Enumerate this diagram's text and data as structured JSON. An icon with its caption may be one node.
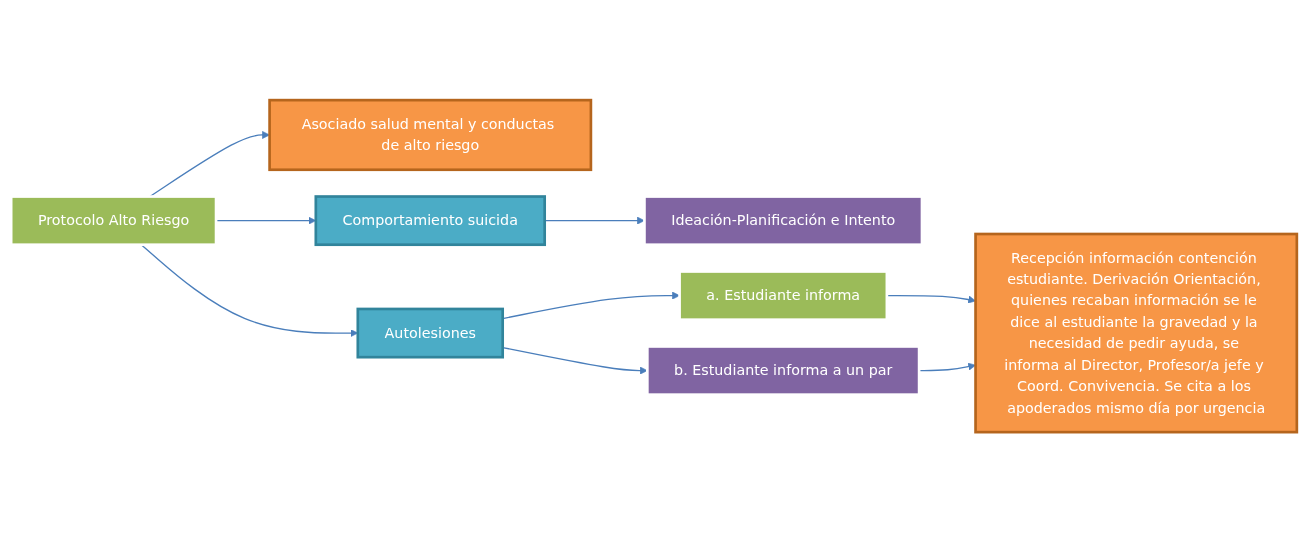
{
  "diagram": {
    "nodes": [
      {
        "text": [
          "Protocolo Alto Riesgo"
        ]
      },
      {
        "text": [
          "Asociado salud mental y conductas de alto riesgo"
        ]
      },
      {
        "text": [
          "Comportamiento suicida"
        ]
      },
      {
        "text": [
          "Ideación-Planificación e Intento"
        ]
      },
      {
        "text": [
          "Autolesiones"
        ]
      },
      {
        "text": [
          "a. Estudiante informa"
        ]
      },
      {
        "text": [
          "b. Estudiante informa a un par"
        ]
      },
      {
        "text": [
          "Recepción información contención estudiante. Derivación Orientación, quienes recaban información se le dice al estudiante la gravedad y la necesidad de pedir ayuda, se informa al Director, Profesor/a jefe y Coord. Convivencia. Se cita a los apoderados mismo día por urgencia"
        ]
      }
    ],
    "edges": [
      {
        "from": 0,
        "to": 1,
        "arrow": "to"
      },
      {
        "from": 0,
        "to": 2,
        "arrow": "to"
      },
      {
        "from": 0,
        "to": 4,
        "arrow": "to"
      },
      {
        "from": 2,
        "to": 3,
        "arrow": "to"
      },
      {
        "from": 4,
        "to": 5,
        "arrow": "to"
      },
      {
        "from": 4,
        "to": 6,
        "arrow": "to"
      },
      {
        "from": 5,
        "to": 7,
        "arrow": "to"
      },
      {
        "from": 6,
        "to": 7,
        "arrow": "to"
      }
    ]
  }
}
